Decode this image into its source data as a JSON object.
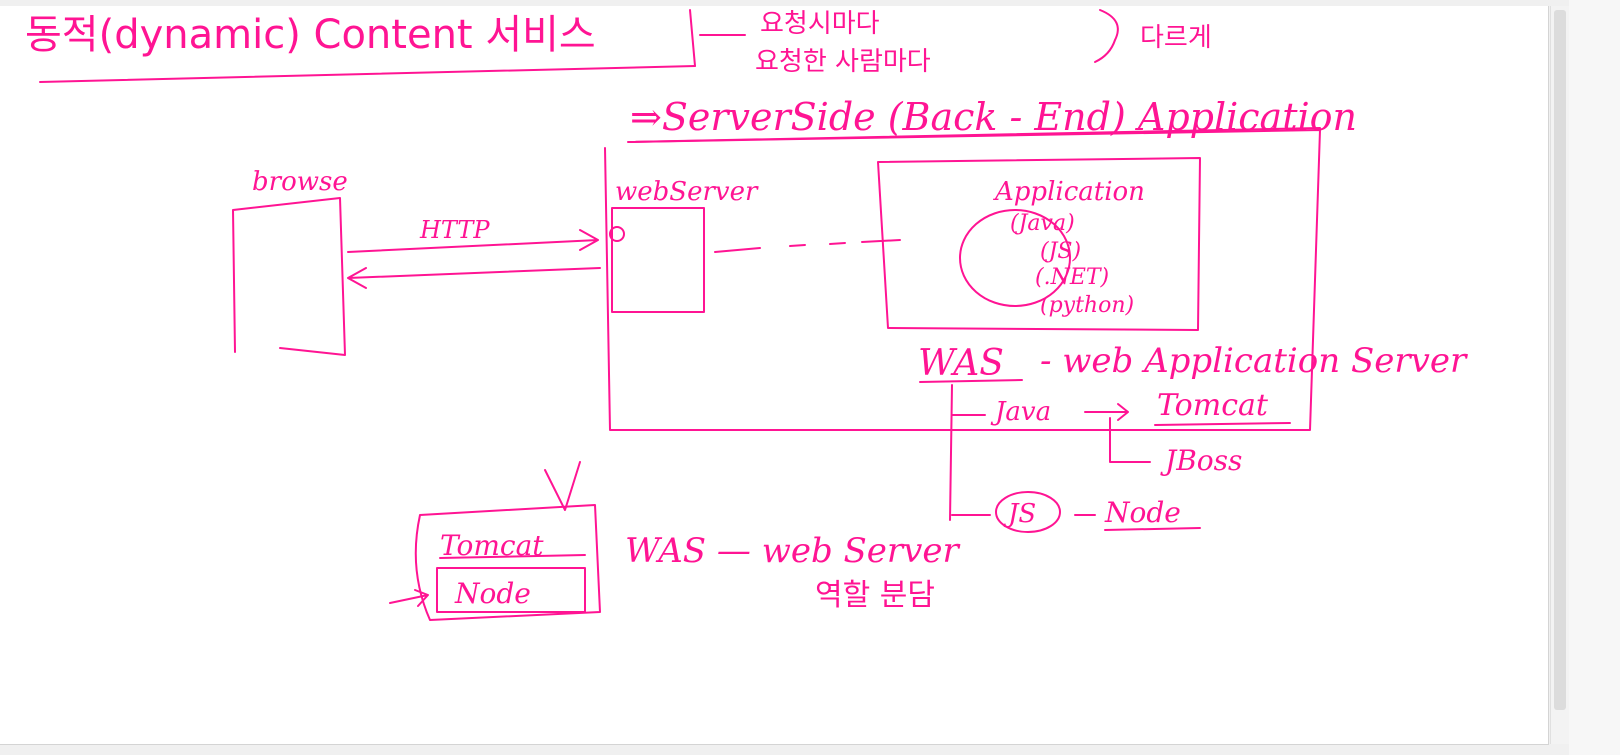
{
  "ink_color": "#ff1493",
  "canvas": {
    "background": "#ffffff"
  },
  "labels": {
    "title": "동적(dynamic) Content 서비스",
    "note_line1": "요청시마다",
    "note_line2": "요청한 사람마다",
    "note_diff": "다르게",
    "server_side": "⇒ServerSide (Back - End) Application",
    "browser": "browse",
    "http": "HTTP",
    "web_server": "webServer",
    "application": "Application",
    "app_lang_java": "(Java)",
    "app_lang_js": "(JS)",
    "app_lang_net": "(.NET)",
    "app_lang_python": "(python)",
    "was": "WAS",
    "was_desc": "- web Application Server",
    "java": "Java",
    "tomcat": "Tomcat",
    "jboss": "JBoss",
    "js": "JS",
    "node": "Node",
    "tomcat_box": "Tomcat",
    "node_box": "Node",
    "was_web": "WAS — web Server",
    "role_split": "역할 분담"
  }
}
